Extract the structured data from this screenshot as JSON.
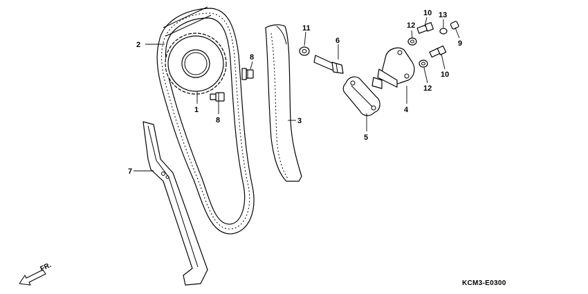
{
  "callouts": {
    "c1": "1",
    "c2": "2",
    "c3": "3",
    "c4": "4",
    "c5": "5",
    "c6": "6",
    "c7": "7",
    "c8a": "8",
    "c8b": "8",
    "c9": "9",
    "c10a": "10",
    "c10b": "10",
    "c11": "11",
    "c12a": "12",
    "c12b": "12",
    "c13": "13"
  },
  "direction_label": "FR.",
  "diagram_code": "KCM3-E0300"
}
